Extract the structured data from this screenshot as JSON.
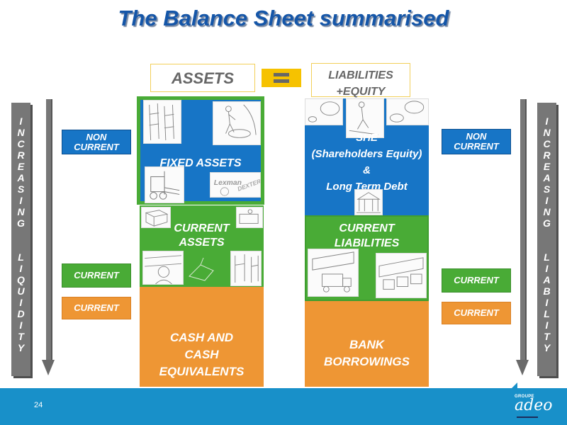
{
  "title": "The Balance Sheet summarised",
  "equation": {
    "left_label": "ASSETS",
    "operator": "=",
    "right_label_line1": "LIABILITIES",
    "right_label_line2": "+EQUITY"
  },
  "left_axis": {
    "letters": [
      "I",
      "N",
      "C",
      "R",
      "E",
      "A",
      "S",
      "I",
      "N",
      "G",
      " ",
      " ",
      "L",
      "I",
      "Q",
      "U",
      "I",
      "D",
      "I",
      "T",
      "Y"
    ],
    "text": "INCREASING LIQUIDITY",
    "arrow_direction": "down"
  },
  "right_axis": {
    "letters": [
      "I",
      "N",
      "C",
      "R",
      "E",
      "A",
      "S",
      "I",
      "N",
      "G",
      " ",
      " ",
      "L",
      "I",
      "A",
      "B",
      "I",
      "L",
      "I",
      "T",
      "Y"
    ],
    "text": "INCREASING LIABILITY",
    "arrow_direction": "down"
  },
  "left_tags": {
    "non_current_line1": "NON",
    "non_current_line2": "CURRENT",
    "current_green": "CURRENT",
    "current_orange": "CURRENT"
  },
  "right_tags": {
    "non_current_line1": "NON",
    "non_current_line2": "CURRENT",
    "current_green": "CURRENT",
    "current_orange": "CURRENT"
  },
  "assets": {
    "fixed": {
      "label": "FIXED ASSETS",
      "color": "#1775c6"
    },
    "current": {
      "line1": "CURRENT",
      "line2": "ASSETS",
      "color": "#49ab36"
    },
    "cash": {
      "line1": "CASH AND",
      "line2": "CASH",
      "line3": "EQUIVALENTS",
      "color": "#ee9634"
    }
  },
  "liabilities": {
    "equity": {
      "line1": "SHE",
      "line2": "(Shareholders Equity)",
      "line3": "&",
      "line4": "Long Term Debt",
      "color": "#1775c6"
    },
    "current": {
      "line1": "CURRENT",
      "line2": "LIABILITIES",
      "color": "#49ab36"
    },
    "bank": {
      "line1": "BANK",
      "line2": "BORROWINGS",
      "color": "#ee9634"
    }
  },
  "sketch_images": {
    "fixed_assets": [
      "shelving-racks",
      "worker-with-machine",
      "forklift",
      "brand-logos-lexman-dexter"
    ],
    "current_assets": [
      "pallet-box",
      "warehouse-worker",
      "store-aisle-person",
      "goods-pile",
      "store-shelving"
    ],
    "equity": [
      "thinking-head",
      "worker-sketch",
      "thinking-money-head",
      "bank-building"
    ],
    "current_liabilities": [
      "delivery-truck-dock",
      "trucks-loading-dock"
    ]
  },
  "footer": {
    "page_number": "24",
    "logo_group": "GROUPE",
    "logo_name": "adeo"
  },
  "colors": {
    "title": "#1556a8",
    "blue": "#1775c6",
    "green": "#49ab36",
    "orange": "#ee9634",
    "gray_bar": "#777777",
    "equals_bg": "#f6c200",
    "footer": "#1890c9"
  }
}
